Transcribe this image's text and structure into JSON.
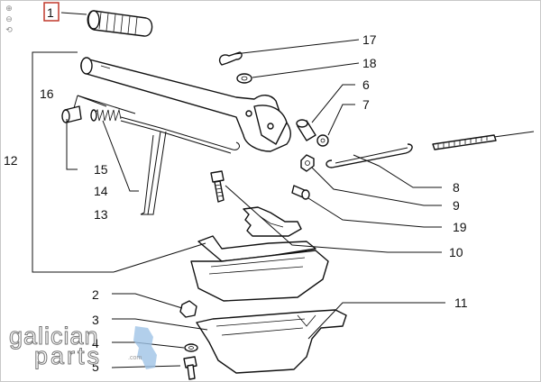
{
  "viewer": {
    "tools": [
      {
        "name": "zoom-in-icon",
        "glyph": "⊕"
      },
      {
        "name": "zoom-out-icon",
        "glyph": "⊖"
      },
      {
        "name": "reset-icon",
        "glyph": "⟲"
      }
    ]
  },
  "diagram": {
    "selected_part": "1",
    "part_labels": [
      "2",
      "3",
      "4",
      "5",
      "6",
      "7",
      "8",
      "9",
      "10",
      "11",
      "12",
      "13",
      "14",
      "15",
      "16",
      "17",
      "18",
      "19"
    ]
  },
  "watermark": {
    "line1": "galician",
    "line2": "parts",
    "suffix": ".com",
    "accent": "#9fc3e6"
  },
  "colors": {
    "selection_box": "#c0392b",
    "ink": "#111111"
  }
}
